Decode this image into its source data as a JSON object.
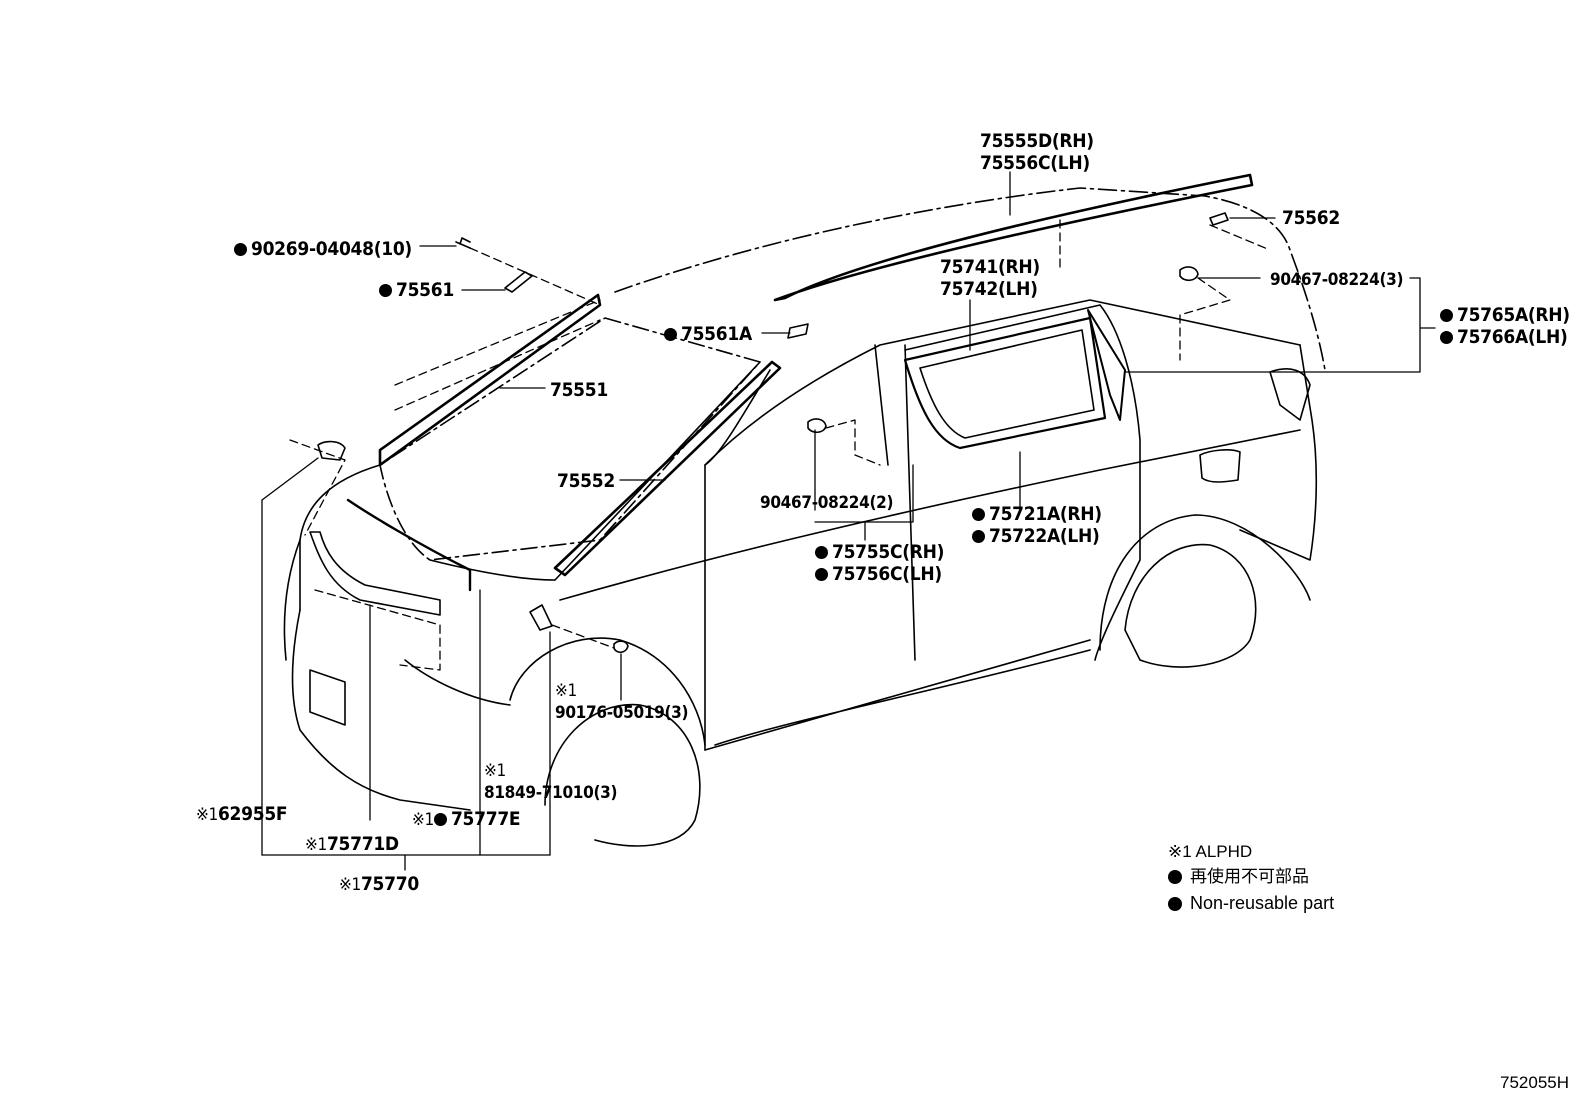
{
  "diagram": {
    "drawing_id": "752055H",
    "reference_mark": "※1",
    "labels": [
      {
        "id": "p75555d",
        "text": "75555D(RH)",
        "non_reusable": false,
        "ref_mark": false
      },
      {
        "id": "p75556c",
        "text": "75556C(LH)",
        "non_reusable": false,
        "ref_mark": false
      },
      {
        "id": "p75562",
        "text": "75562",
        "non_reusable": false,
        "ref_mark": false
      },
      {
        "id": "p90269",
        "text": "90269-04048(10)",
        "non_reusable": true,
        "ref_mark": false
      },
      {
        "id": "p75561",
        "text": "75561",
        "non_reusable": true,
        "ref_mark": false
      },
      {
        "id": "p75741",
        "text": "75741(RH)",
        "non_reusable": false,
        "ref_mark": false
      },
      {
        "id": "p75742",
        "text": "75742(LH)",
        "non_reusable": false,
        "ref_mark": false
      },
      {
        "id": "p90467a",
        "text": "90467-08224(3)",
        "non_reusable": false,
        "ref_mark": false
      },
      {
        "id": "p75765a",
        "text": "75765A(RH)",
        "non_reusable": true,
        "ref_mark": false
      },
      {
        "id": "p75766a",
        "text": "75766A(LH)",
        "non_reusable": true,
        "ref_mark": false
      },
      {
        "id": "p75561a",
        "text": "75561A",
        "non_reusable": true,
        "ref_mark": false
      },
      {
        "id": "p75551",
        "text": "75551",
        "non_reusable": false,
        "ref_mark": false
      },
      {
        "id": "p75552",
        "text": "75552",
        "non_reusable": false,
        "ref_mark": false
      },
      {
        "id": "p90467b",
        "text": "90467-08224(2)",
        "non_reusable": false,
        "ref_mark": false
      },
      {
        "id": "p75721a",
        "text": "75721A(RH)",
        "non_reusable": true,
        "ref_mark": false
      },
      {
        "id": "p75722a",
        "text": "75722A(LH)",
        "non_reusable": true,
        "ref_mark": false
      },
      {
        "id": "p75755c",
        "text": "75755C(RH)",
        "non_reusable": true,
        "ref_mark": false
      },
      {
        "id": "p75756c",
        "text": "75756C(LH)",
        "non_reusable": true,
        "ref_mark": false
      },
      {
        "id": "p90176",
        "text": "90176-05019(3)",
        "non_reusable": false,
        "ref_mark": true
      },
      {
        "id": "p81849",
        "text": "81849-71010(3)",
        "non_reusable": false,
        "ref_mark": true
      },
      {
        "id": "p62955f",
        "text": "62955F",
        "non_reusable": false,
        "ref_mark": true
      },
      {
        "id": "p75777e",
        "text": "75777E",
        "non_reusable": true,
        "ref_mark": true
      },
      {
        "id": "p75771d",
        "text": "75771D",
        "non_reusable": false,
        "ref_mark": true
      },
      {
        "id": "p75770",
        "text": "75770",
        "non_reusable": false,
        "ref_mark": true
      }
    ]
  },
  "legend": {
    "ref_note": "※1 ALPHD",
    "jp_note": "再使用不可部品",
    "en_note": "Non-reusable part"
  },
  "colors": {
    "line": "#000000",
    "background": "#ffffff"
  }
}
